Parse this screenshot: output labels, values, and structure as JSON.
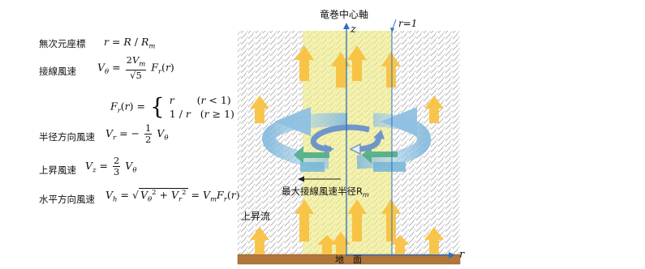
{
  "equations": [
    {
      "label": "無次元座標",
      "expr": "r = R / R_m"
    },
    {
      "label": "接線風速",
      "expr": "V_θ = (2V_m/√5) F_r(r)"
    },
    {
      "label": "",
      "expr": "F_r(r) = { r (r<1) ; 1/r (r≥1) }"
    },
    {
      "label": "半径方向風速",
      "expr": "V_r = −(1/2) V_θ"
    },
    {
      "label": "上昇風速",
      "expr": "V_z = (2/3) V_θ"
    },
    {
      "label": "水平方向風速",
      "expr": "V_h = √(V_θ² + V_r²) = V_m F_r(r)"
    }
  ],
  "diagram": {
    "axis_label": "竜巻中心軸",
    "z_label": "z",
    "r1_label": "r=1",
    "radius_label": "最大接線風速半径R",
    "radius_sub": "m",
    "updraft_label": "上昇流",
    "ground_label": "地　面",
    "r_label": "r"
  },
  "colors": {
    "core": "#f4f2a4",
    "updraft_arrow": "#f9c13e",
    "flow_arrow": "#7fb7dc",
    "inner_flow": "#6f96c9",
    "green_arrow": "#4fae86",
    "axis": "#2d6fc2",
    "ground": "#b0763a"
  }
}
